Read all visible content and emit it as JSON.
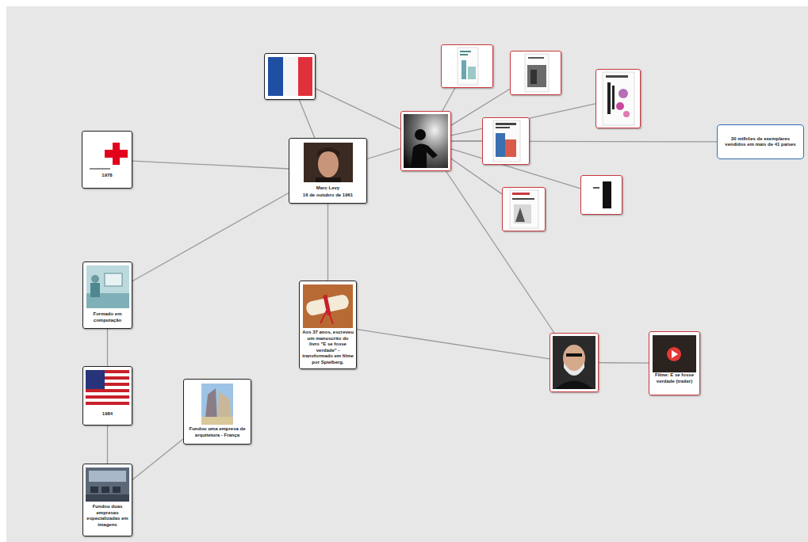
{
  "diagram": {
    "nodes": [
      {
        "text": []
      },
      {
        "text": []
      },
      {
        "text": []
      },
      {
        "text": []
      },
      {
        "text": []
      },
      {
        "text": []
      },
      {
        "text": [
          "30 milhões de exemplares vendidos em mais de 41 países"
        ]
      },
      {
        "text": [
          "1978"
        ]
      },
      {
        "text": [
          "Marc Levy",
          "16 de outubro de 1961"
        ]
      },
      {
        "text": []
      },
      {
        "text": []
      },
      {
        "text": [
          "Formado em computação"
        ]
      },
      {
        "text": [
          "Aos 37 anos, escreveu um manuscrito do livro \"E se fosse verdade\" - transformado em filme por Spielberg."
        ]
      },
      {
        "text": [
          "Filme: E se fosse verdade (trailer)"
        ]
      },
      {
        "text": []
      },
      {
        "text": [
          "1984"
        ]
      },
      {
        "text": [
          "Fundou uma empresa de arquitetura - França"
        ]
      },
      {
        "text": [
          "Fundou duas empresas especializadas em imagens"
        ]
      }
    ],
    "edges": [
      {
        "from": 8,
        "to": 2,
        "arrow": "none"
      },
      {
        "from": 2,
        "to": 4,
        "arrow": "none"
      },
      {
        "from": 8,
        "to": 7,
        "arrow": "none"
      },
      {
        "from": 8,
        "to": 4,
        "arrow": "none"
      },
      {
        "from": 8,
        "to": 11,
        "arrow": "none"
      },
      {
        "from": 8,
        "to": 12,
        "arrow": "none"
      },
      {
        "from": 11,
        "to": 15,
        "arrow": "none"
      },
      {
        "from": 15,
        "to": 17,
        "arrow": "none"
      },
      {
        "from": 17,
        "to": 16,
        "arrow": "none"
      },
      {
        "from": 12,
        "to": 14,
        "arrow": "none"
      },
      {
        "from": 14,
        "to": 13,
        "arrow": "none"
      },
      {
        "from": 4,
        "to": 0,
        "arrow": "none"
      },
      {
        "from": 4,
        "to": 1,
        "arrow": "none"
      },
      {
        "from": 4,
        "to": 3,
        "arrow": "none"
      },
      {
        "from": 4,
        "to": 5,
        "arrow": "none"
      },
      {
        "from": 4,
        "to": 9,
        "arrow": "none"
      },
      {
        "from": 4,
        "to": 10,
        "arrow": "none"
      },
      {
        "from": 4,
        "to": 6,
        "arrow": "none"
      },
      {
        "from": 4,
        "to": 14,
        "arrow": "none"
      }
    ]
  }
}
